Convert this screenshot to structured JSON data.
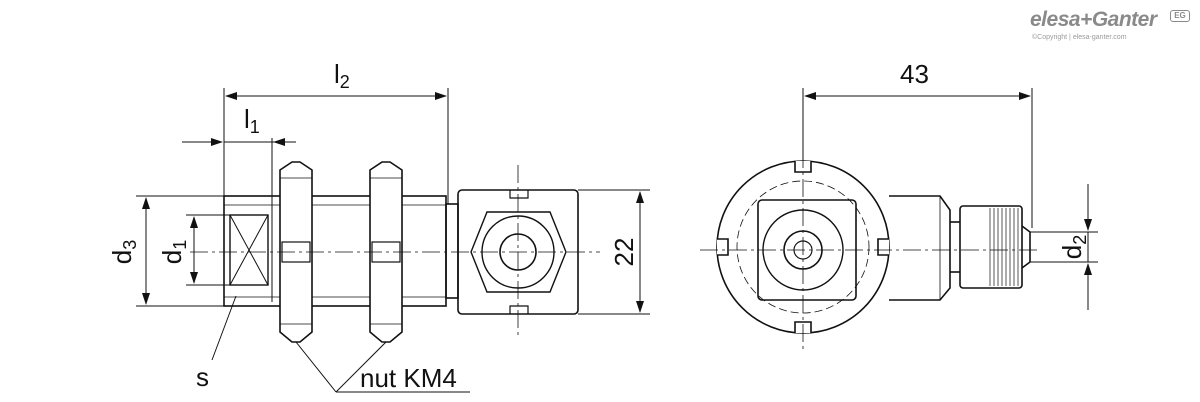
{
  "brand": {
    "name": "elesa+Ganter",
    "copyright": "©Copyright | elesa-ganter.com",
    "mark": "EG"
  },
  "dimensions": {
    "l2": {
      "base": "l",
      "sub": "2"
    },
    "l1": {
      "base": "l",
      "sub": "1"
    },
    "d3": {
      "base": "d",
      "sub": "3"
    },
    "d1": {
      "base": "d",
      "sub": "1"
    },
    "d2": {
      "base": "d",
      "sub": "2"
    },
    "width_22": "22",
    "width_43": "43"
  },
  "labels": {
    "s": "s",
    "nut": "nut KM4"
  }
}
